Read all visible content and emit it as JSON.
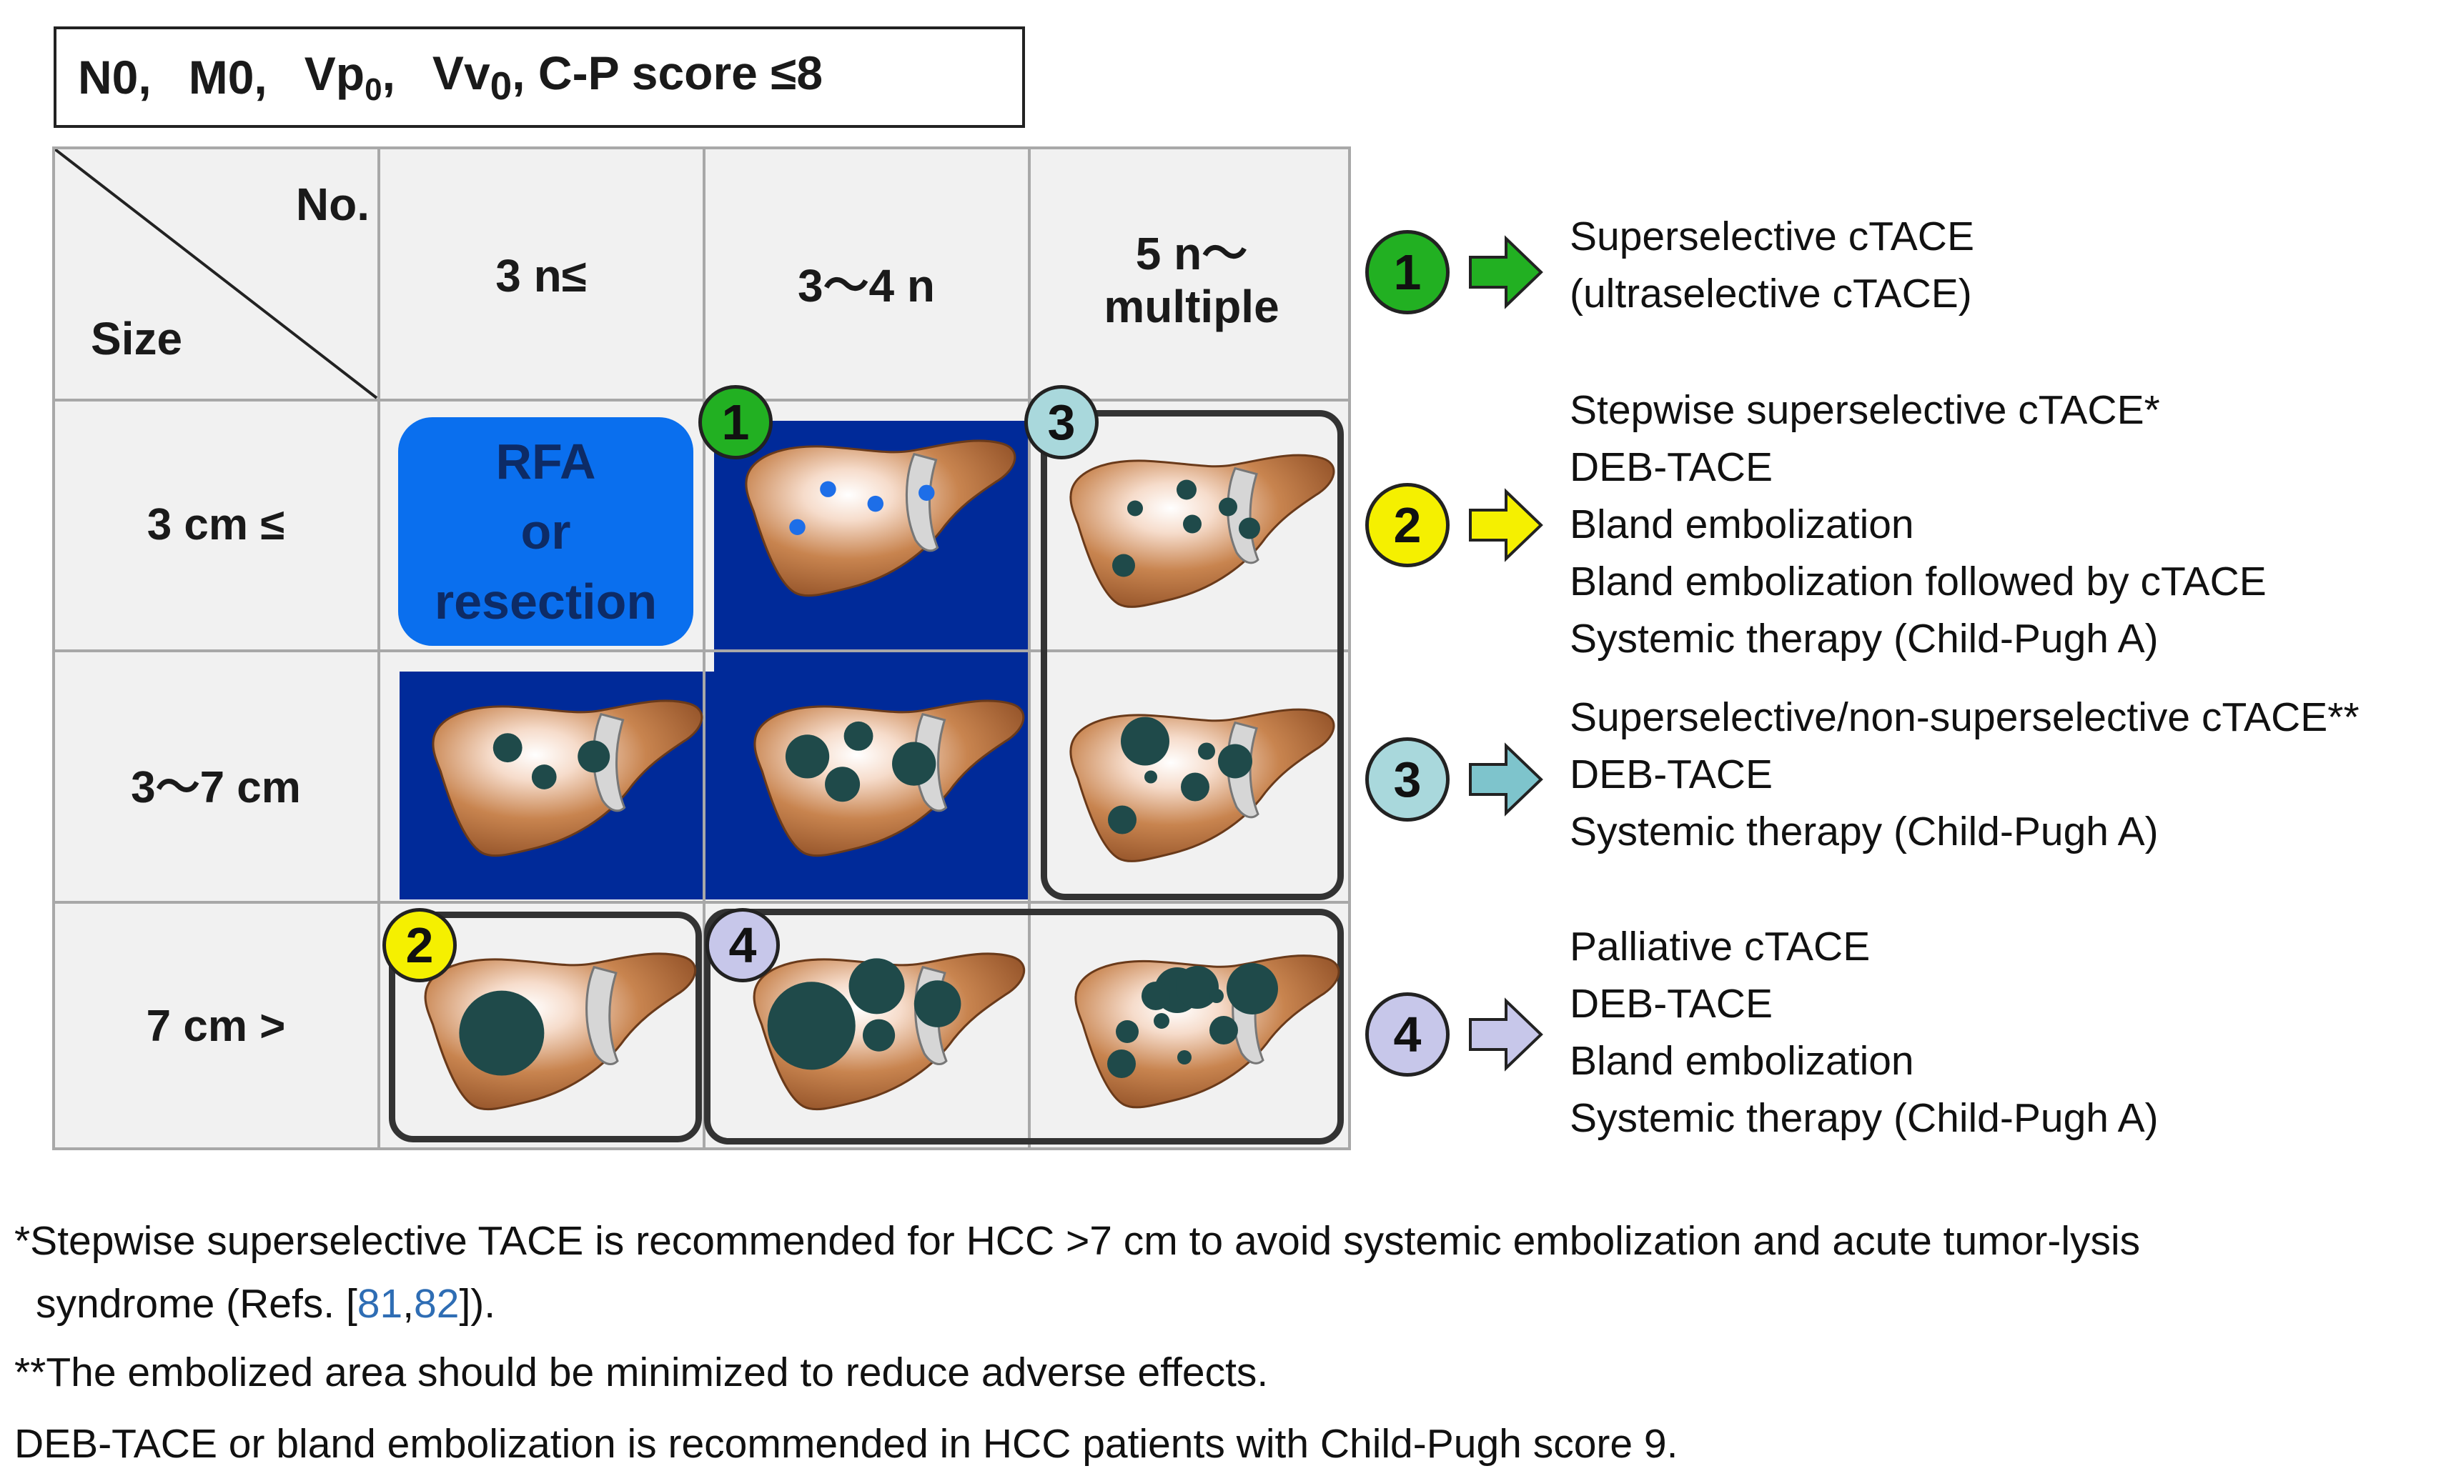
{
  "criteria": {
    "n": "N0,",
    "m": "M0,",
    "vp_main": "Vp",
    "vp_sub": "0",
    "vp_comma": ",",
    "vv_main": "Vv",
    "vv_sub": "0",
    "cp": ", C-P score ≤8"
  },
  "table": {
    "corner_no": "No.",
    "corner_size": "Size",
    "columns": [
      "3 n≤",
      "3〜4 n",
      "5 n〜",
      "multiple"
    ],
    "rows": [
      "3 cm ≤",
      "3〜7 cm",
      "7 cm >"
    ],
    "rfa": [
      "RFA",
      "or",
      "resection"
    ]
  },
  "badges": [
    "1",
    "2",
    "3",
    "4"
  ],
  "legend": {
    "items": [
      {
        "badge": "1",
        "color": "#22b022",
        "lines": [
          "Superselective cTACE",
          "(ultraselective cTACE)"
        ]
      },
      {
        "badge": "2",
        "color": "#f5f000",
        "lines": [
          "Stepwise superselective cTACE*",
          "DEB-TACE",
          "Bland embolization",
          "Bland embolization followed by cTACE",
          "Systemic therapy (Child-Pugh A)"
        ]
      },
      {
        "badge": "3",
        "color": "#a9d8dc",
        "lines": [
          "Superselective/non-superselective cTACE**",
          "DEB-TACE",
          "Systemic therapy (Child-Pugh A)"
        ]
      },
      {
        "badge": "4",
        "color": "#c7c7ea",
        "lines": [
          "Palliative cTACE",
          "DEB-TACE",
          "Bland embolization",
          "Systemic therapy (Child-Pugh A)"
        ]
      }
    ]
  },
  "notes": {
    "n1a": "*Stepwise superselective TACE is recommended for HCC >7 cm to avoid systemic embolization and acute tumor-lysis",
    "n1b_pre": "syndrome (Refs. [",
    "ref1": "81",
    "ref_sep": ",",
    "ref2": "82",
    "n1b_post": "]).",
    "n2": "**The embolized area should be minimized to reduce adverse effects.",
    "n3": "DEB-TACE or bland embolization is recommended in HCC patients with Child-Pugh score 9."
  },
  "colors": {
    "blue_area": "#002a99",
    "rfa": "#0a6fee",
    "liver": "#b8723f",
    "tumor": "#1f4a4a",
    "tumor_small": "#1d6ee8"
  }
}
